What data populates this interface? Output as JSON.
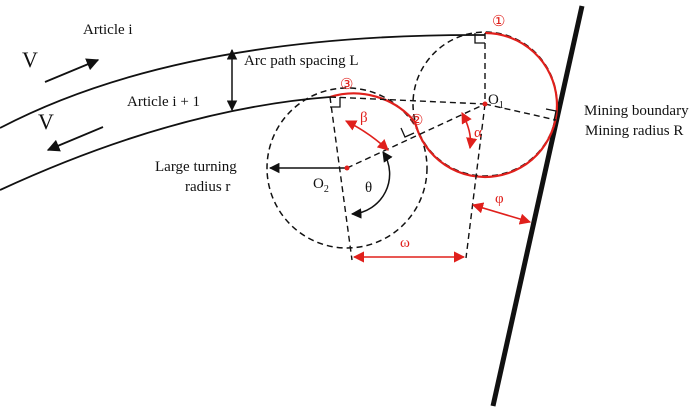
{
  "labels": {
    "article_i": "Article i",
    "article_i1": "Article i + 1",
    "v_top": "V",
    "v_bottom": "V",
    "arc_spacing": "Arc path spacing L",
    "mining_boundary": "Mining boundary",
    "mining_radius": "Mining radius R",
    "large_turning_1": "Large turning",
    "large_turning_2": "radius r",
    "o1": "O",
    "o1_sub": "1",
    "o2": "O",
    "o2_sub": "2"
  },
  "points": {
    "p1": "①",
    "p2": "②",
    "p3": "③"
  },
  "angles": {
    "alpha": "α",
    "beta": "β",
    "theta": "θ",
    "phi": "φ",
    "omega": "ω"
  },
  "colors": {
    "red": "#e0201c",
    "black": "#111111"
  }
}
